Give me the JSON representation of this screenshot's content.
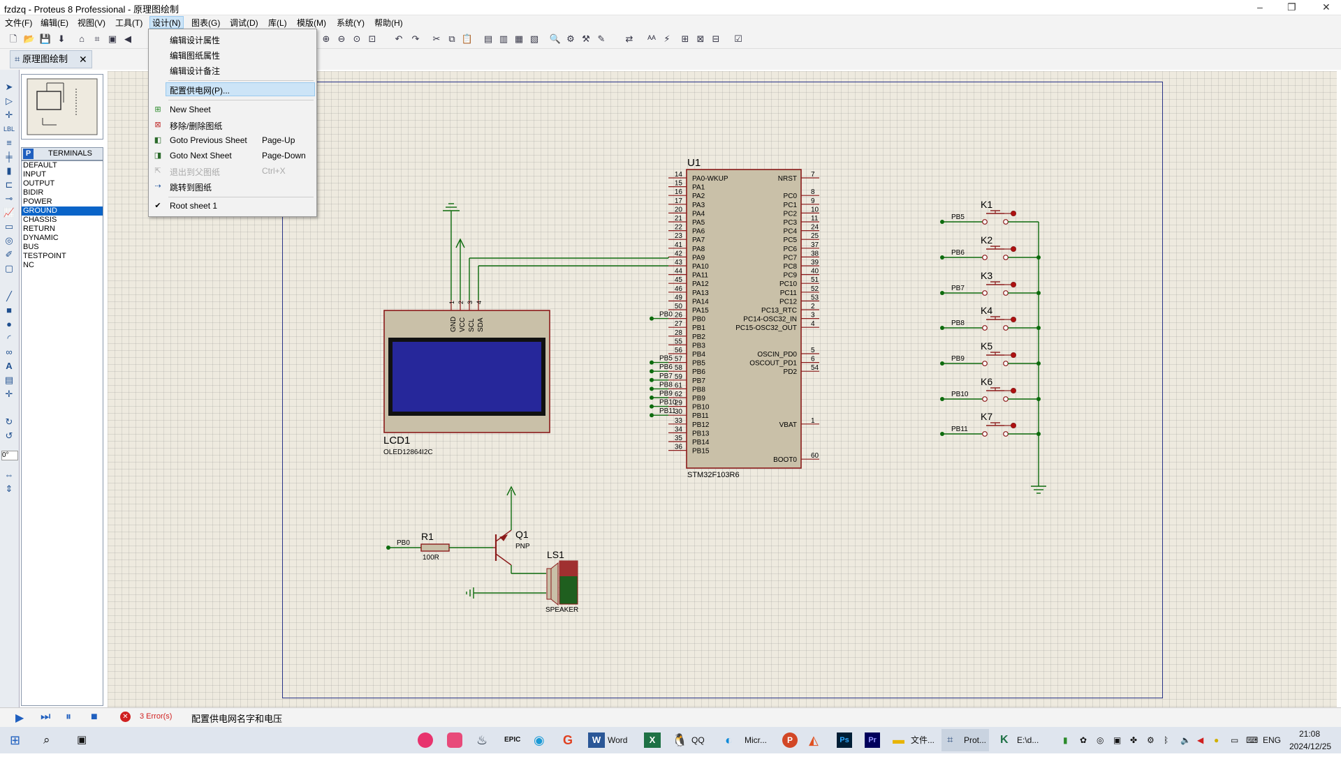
{
  "window": {
    "title": "fzdzq - Proteus 8 Professional - 原理图绘制",
    "minimize": "–",
    "maximize": "❐",
    "close": "✕"
  },
  "menubar": [
    "文件(F)",
    "编辑(E)",
    "视图(V)",
    "工具(T)",
    "设计(N)",
    "图表(G)",
    "调试(D)",
    "库(L)",
    "模版(M)",
    "系统(Y)",
    "帮助(H)"
  ],
  "tab": {
    "label": "原理图绘制",
    "close": "✕"
  },
  "terminals": {
    "badge": "P",
    "header": "TERMINALS",
    "items": [
      "DEFAULT",
      "INPUT",
      "OUTPUT",
      "BIDIR",
      "POWER",
      "GROUND",
      "CHASSIS",
      "RETURN",
      "DYNAMIC",
      "BUS",
      "TESTPOINT",
      "NC"
    ],
    "selected": "GROUND"
  },
  "rotation": "0°",
  "design_menu": {
    "items": [
      {
        "label": "编辑设计属性",
        "accel": "",
        "disabled": false
      },
      {
        "label": "编辑图纸属性",
        "accel": "",
        "disabled": false
      },
      {
        "label": "编辑设计备注",
        "accel": "",
        "disabled": false
      },
      {
        "label": "配置供电网(P)...",
        "accel": "",
        "disabled": false,
        "highlighted": true
      },
      {
        "label": "New Sheet",
        "accel": "",
        "disabled": false
      },
      {
        "label": "移除/删除图纸",
        "accel": "",
        "disabled": false
      },
      {
        "label": "Goto Previous Sheet",
        "accel": "Page-Up",
        "disabled": false
      },
      {
        "label": "Goto Next Sheet",
        "accel": "Page-Down",
        "disabled": false
      },
      {
        "label": "退出到父图纸",
        "accel": "Ctrl+X",
        "disabled": true
      },
      {
        "label": "跳转到图纸",
        "accel": "",
        "disabled": false
      },
      {
        "label": "Root sheet 1",
        "accel": "",
        "disabled": false,
        "checked": true
      }
    ]
  },
  "schematic": {
    "u1": {
      "ref": "U1",
      "part": "STM32F103R6",
      "left_pins": [
        [
          "14",
          "PA0-WKUP"
        ],
        [
          "15",
          "PA1"
        ],
        [
          "16",
          "PA2"
        ],
        [
          "17",
          "PA3"
        ],
        [
          "20",
          "PA4"
        ],
        [
          "21",
          "PA5"
        ],
        [
          "22",
          "PA6"
        ],
        [
          "23",
          "PA7"
        ],
        [
          "41",
          "PA8"
        ],
        [
          "42",
          "PA9"
        ],
        [
          "43",
          "PA10"
        ],
        [
          "44",
          "PA11"
        ],
        [
          "45",
          "PA12"
        ],
        [
          "46",
          "PA13"
        ],
        [
          "49",
          "PA14"
        ],
        [
          "50",
          "PA15"
        ],
        [
          "26",
          "PB0"
        ],
        [
          "27",
          "PB1"
        ],
        [
          "28",
          "PB2"
        ],
        [
          "55",
          "PB3"
        ],
        [
          "56",
          "PB4"
        ],
        [
          "57",
          "PB5"
        ],
        [
          "58",
          "PB6"
        ],
        [
          "59",
          "PB7"
        ],
        [
          "61",
          "PB8"
        ],
        [
          "62",
          "PB9"
        ],
        [
          "29",
          "PB10"
        ],
        [
          "30",
          "PB11"
        ],
        [
          "33",
          "PB12"
        ],
        [
          "34",
          "PB13"
        ],
        [
          "35",
          "PB14"
        ],
        [
          "36",
          "PB15"
        ]
      ],
      "right_pins": [
        [
          "7",
          "NRST",
          0
        ],
        [
          "8",
          "PC0",
          2
        ],
        [
          "9",
          "PC1",
          3
        ],
        [
          "10",
          "PC2",
          4
        ],
        [
          "11",
          "PC3",
          5
        ],
        [
          "24",
          "PC4",
          6
        ],
        [
          "25",
          "PC5",
          7
        ],
        [
          "37",
          "PC6",
          8
        ],
        [
          "38",
          "PC7",
          9
        ],
        [
          "39",
          "PC8",
          10
        ],
        [
          "40",
          "PC9",
          11
        ],
        [
          "51",
          "PC10",
          12
        ],
        [
          "52",
          "PC11",
          13
        ],
        [
          "53",
          "PC12",
          14
        ],
        [
          "2",
          "PC13_RTC",
          15
        ],
        [
          "3",
          "PC14-OSC32_IN",
          16
        ],
        [
          "4",
          "PC15-OSC32_OUT",
          17
        ],
        [
          "5",
          "OSCIN_PD0",
          20
        ],
        [
          "6",
          "OSCOUT_PD1",
          21
        ],
        [
          "54",
          "PD2",
          22
        ],
        [
          "1",
          "VBAT",
          28
        ],
        [
          "60",
          "BOOT0",
          32
        ]
      ],
      "net_labels": [
        "PB0",
        "PB5",
        "PB6",
        "PB7",
        "PB8",
        "PB9",
        "PB10",
        "PB11"
      ]
    },
    "lcd": {
      "ref": "LCD1",
      "part": "OLED12864I2C",
      "pins": [
        "GND",
        "VCC",
        "SCL",
        "SDA"
      ],
      "pin_nums": [
        "1",
        "2",
        "3",
        "4"
      ]
    },
    "keys": [
      {
        "ref": "K1",
        "net": "PB5"
      },
      {
        "ref": "K2",
        "net": "PB6"
      },
      {
        "ref": "K3",
        "net": "PB7"
      },
      {
        "ref": "K4",
        "net": "PB8"
      },
      {
        "ref": "K5",
        "net": "PB9"
      },
      {
        "ref": "K6",
        "net": "PB10"
      },
      {
        "ref": "K7",
        "net": "PB11"
      }
    ],
    "r1": {
      "ref": "R1",
      "value": "100R",
      "net": "PB0"
    },
    "q1": {
      "ref": "Q1",
      "type": "PNP"
    },
    "ls1": {
      "ref": "LS1",
      "type": "SPEAKER"
    }
  },
  "status": {
    "errors": "3 Error(s)",
    "message": "配置供电网名字和电压"
  },
  "taskbar": {
    "items": [
      "Word",
      "QQ",
      "Micr...",
      "文件...",
      "Prot...",
      "E:\\d..."
    ],
    "lang": "ENG",
    "time": "21:08",
    "date": "2024/12/25"
  },
  "colors": {
    "wire": "#0d6b0d",
    "component": "#8b1a1a",
    "lcd_screen": "#26279a",
    "selection": "#0a64c8"
  }
}
